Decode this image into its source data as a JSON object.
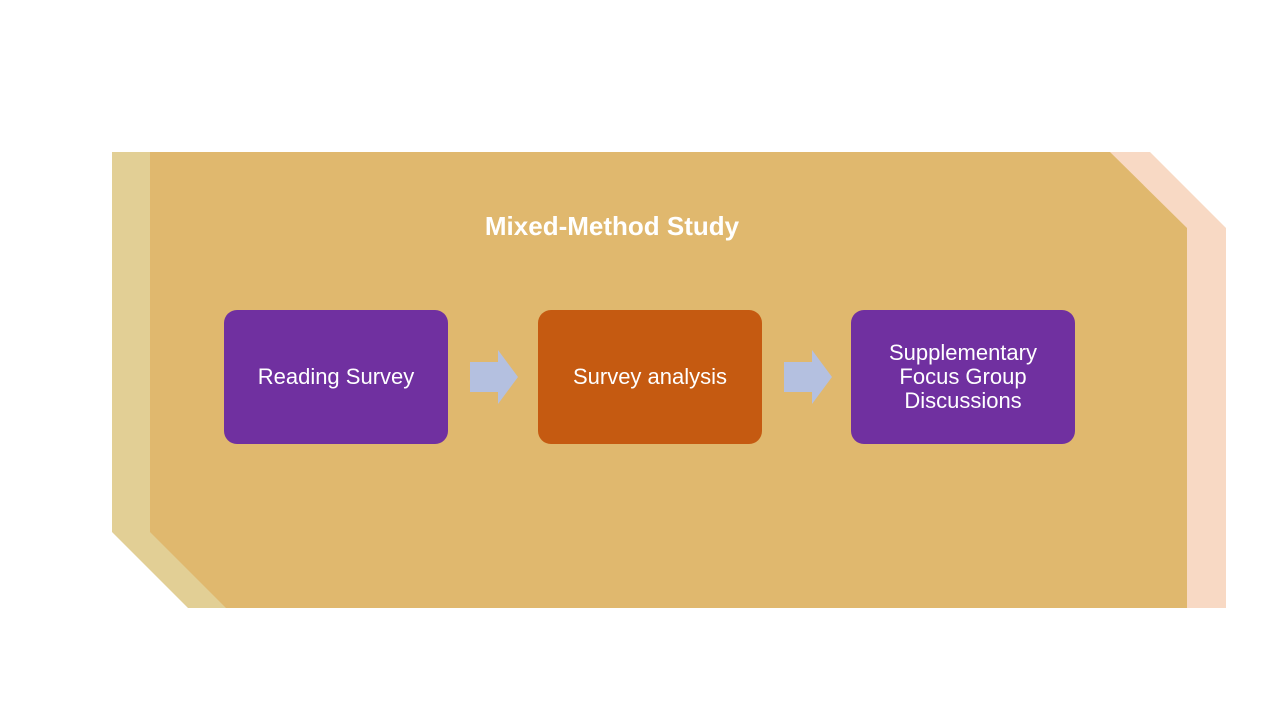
{
  "title": "Mixed-Method Study",
  "steps": [
    {
      "label": "Reading Survey",
      "color": "#7030A0"
    },
    {
      "label": "Survey analysis",
      "color": "#C55A11"
    },
    {
      "label": "Supplementary Focus Group Discussions",
      "color": "#7030A0"
    }
  ],
  "colors": {
    "panel": "#E0B86E",
    "panel_left": "#E2CF95",
    "panel_right": "#F8D9C4",
    "arrow": "#B4C0E0"
  }
}
